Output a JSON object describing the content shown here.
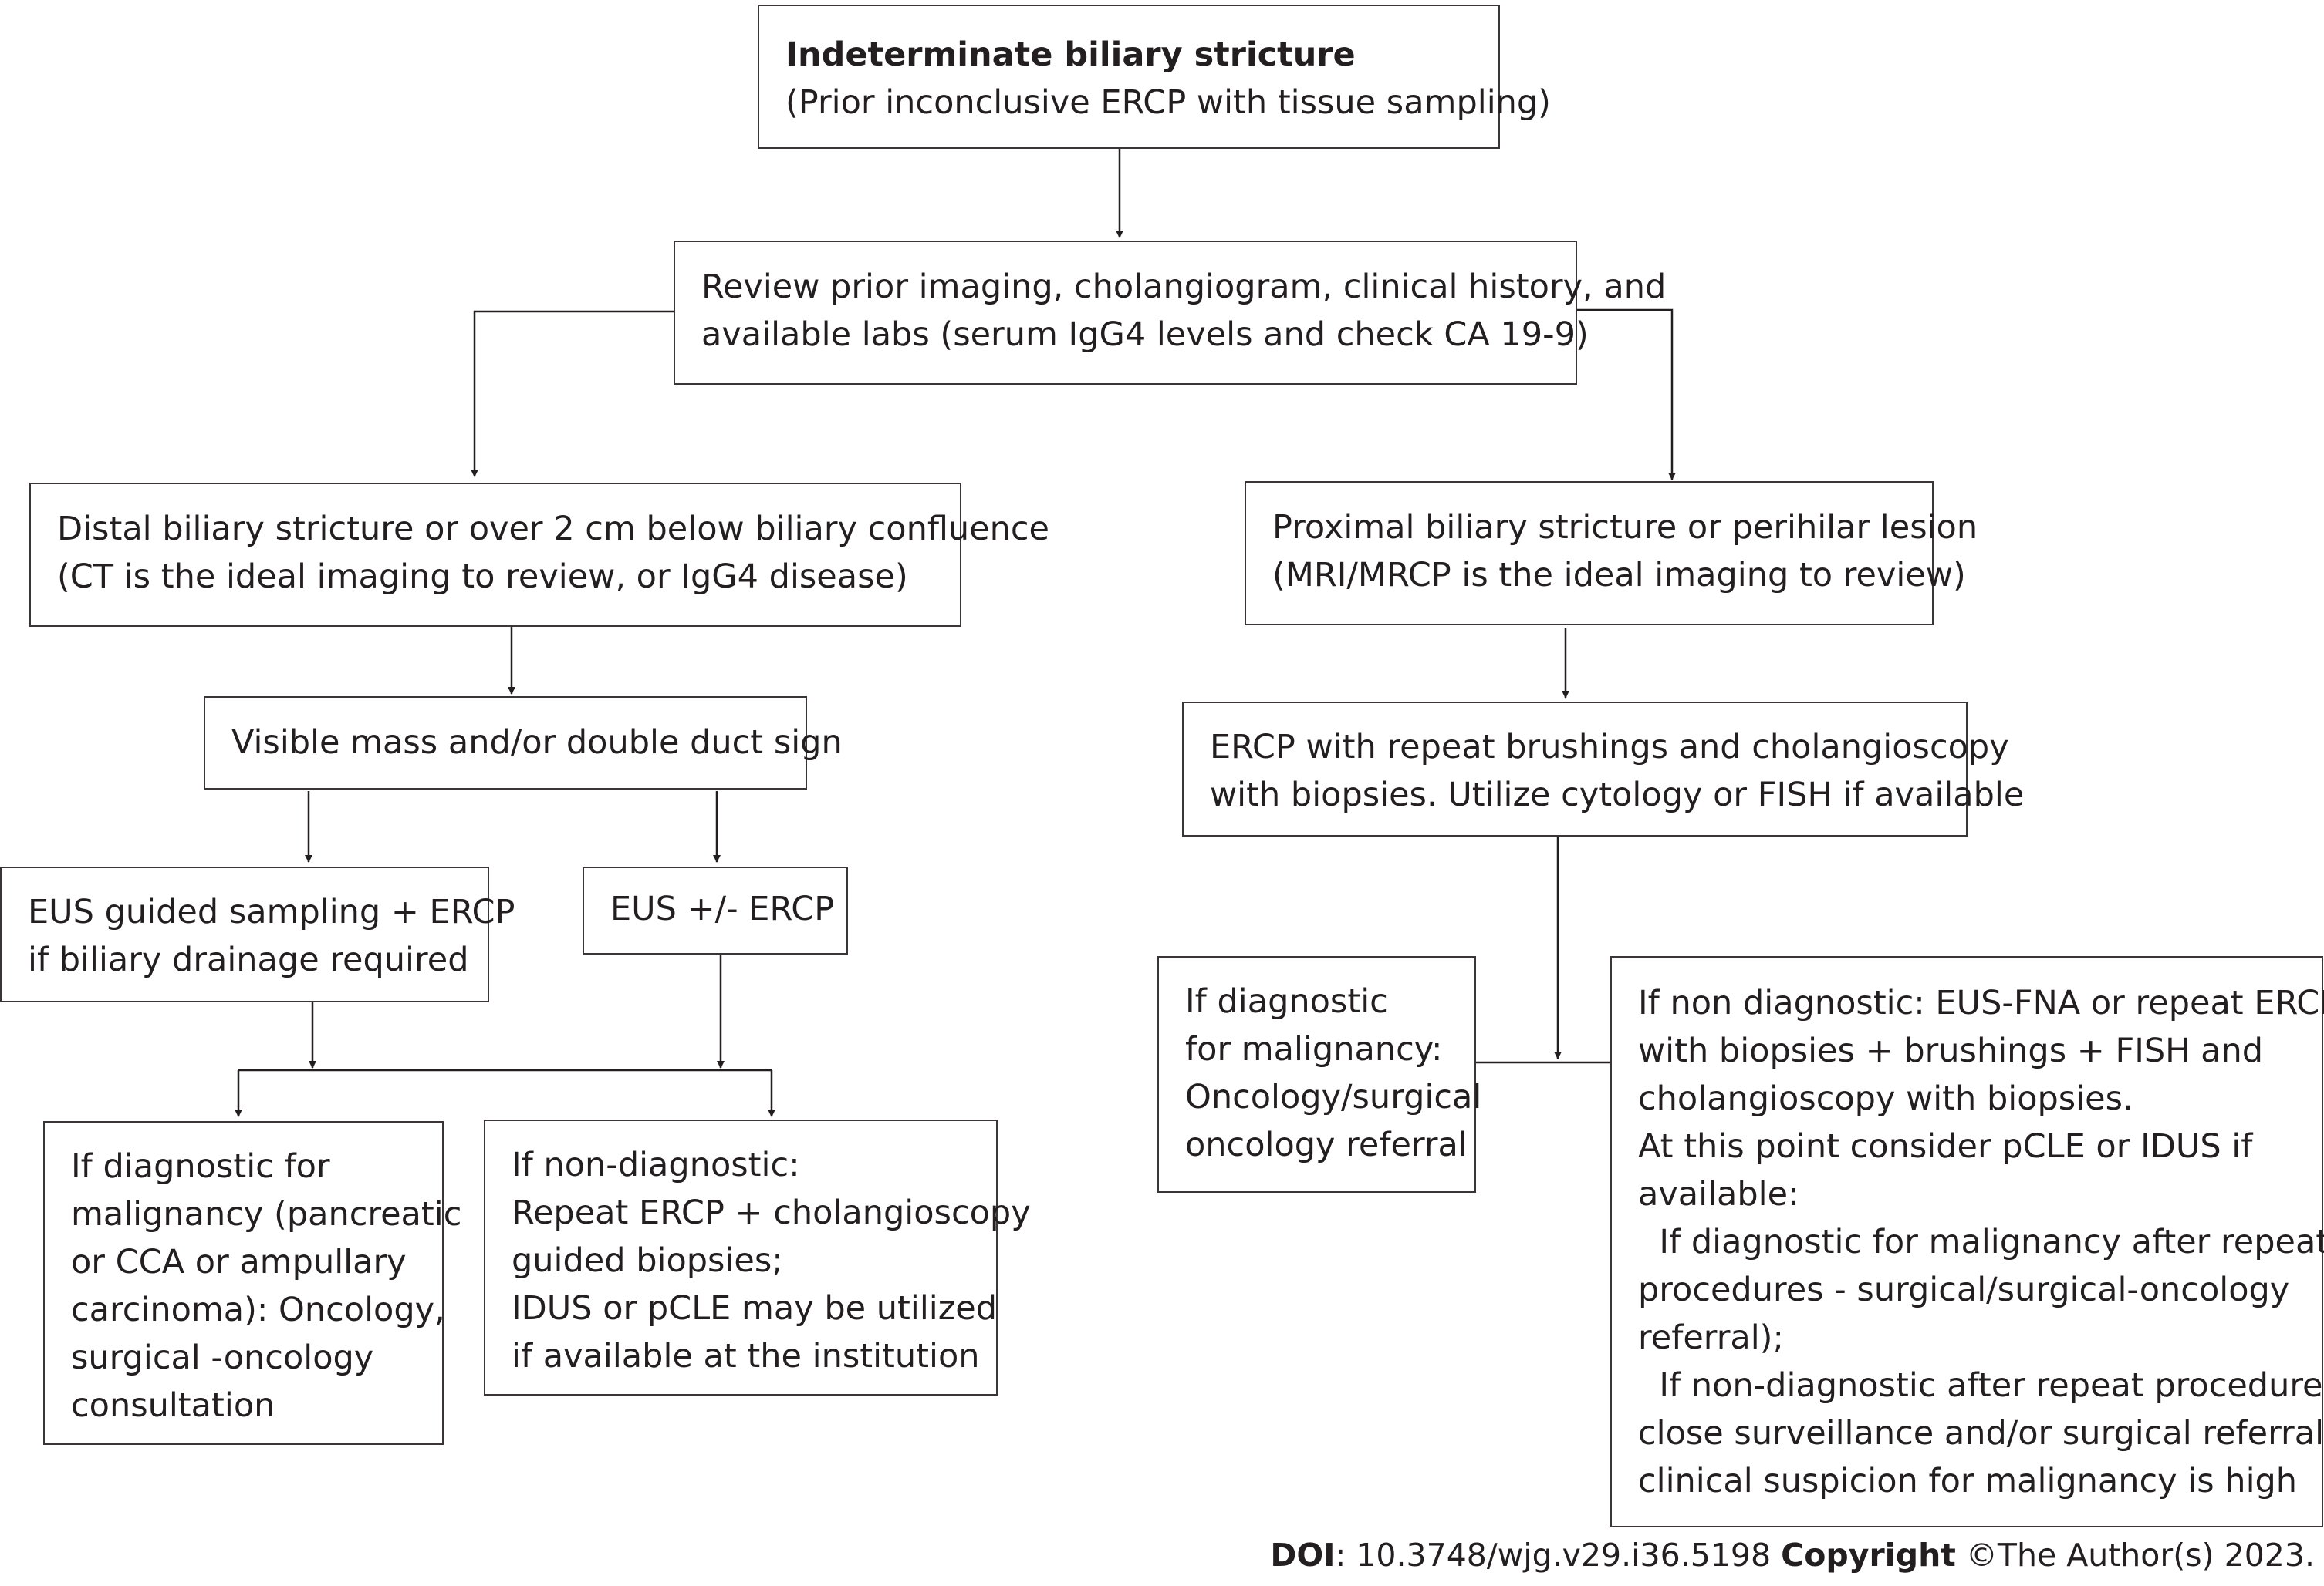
{
  "nodes": {
    "root": {
      "lines": [
        "Indeterminate biliary stricture",
        "(Prior inconclusive ERCP with tissue sampling)"
      ]
    },
    "review": {
      "lines": [
        "Review prior imaging, cholangiogram, clinical history, and",
        "available labs (serum IgG4 levels and check CA 19-9)"
      ]
    },
    "distal": {
      "lines": [
        "Distal biliary stricture or over 2 cm below biliary confluence",
        "(CT is the ideal imaging to review, or IgG4 disease)"
      ]
    },
    "proximal": {
      "lines": [
        "Proximal biliary stricture or perihilar lesion",
        "(MRI/MRCP is the ideal imaging to review)"
      ]
    },
    "visible_mass": {
      "lines": [
        "Visible mass and/or double duct sign"
      ]
    },
    "ercp_repeat": {
      "lines": [
        "ERCP with repeat brushings and cholangioscopy",
        "with biopsies. Utilize cytology or FISH if available"
      ]
    },
    "eus_sampling": {
      "lines": [
        "EUS guided sampling + ERCP",
        "if biliary drainage required"
      ]
    },
    "eus_ercp": {
      "lines": [
        "EUS +/- ERCP"
      ]
    },
    "diag_left": {
      "lines": [
        "If diagnostic for",
        "malignancy (pancreatic",
        "or CCA or ampullary",
        "carcinoma): Oncology,",
        "surgical -oncology",
        "consultation"
      ]
    },
    "nondiag_left": {
      "lines": [
        "If non-diagnostic:",
        "Repeat ERCP + cholangioscopy",
        "guided biopsies;",
        "IDUS or pCLE may be utilized",
        "if available at the institution"
      ]
    },
    "diag_right": {
      "lines": [
        "If diagnostic",
        "for malignancy:",
        "Oncology/surgical",
        "oncology referral"
      ]
    },
    "nondiag_right": {
      "lines": [
        "If non diagnostic: EUS-FNA or repeat ERCP",
        "with biopsies + brushings + FISH and",
        "cholangioscopy with biopsies.",
        "At this point consider pCLE or IDUS if",
        "available:",
        "  If diagnostic for malignancy after repeat",
        "procedures - surgical/surgical-oncology",
        "referral);",
        "  If non-diagnostic after repeat procedures -",
        "close surveillance and/or surgical referral if",
        "clinical suspicion for malignancy is high"
      ]
    }
  },
  "footer": {
    "doi_label": "DOI",
    "doi_value": ": 10.3748/wjg.v29.i36.5198 ",
    "copyright_label": "Copyright",
    "copyright_value": " ©The Author(s) 2023."
  }
}
